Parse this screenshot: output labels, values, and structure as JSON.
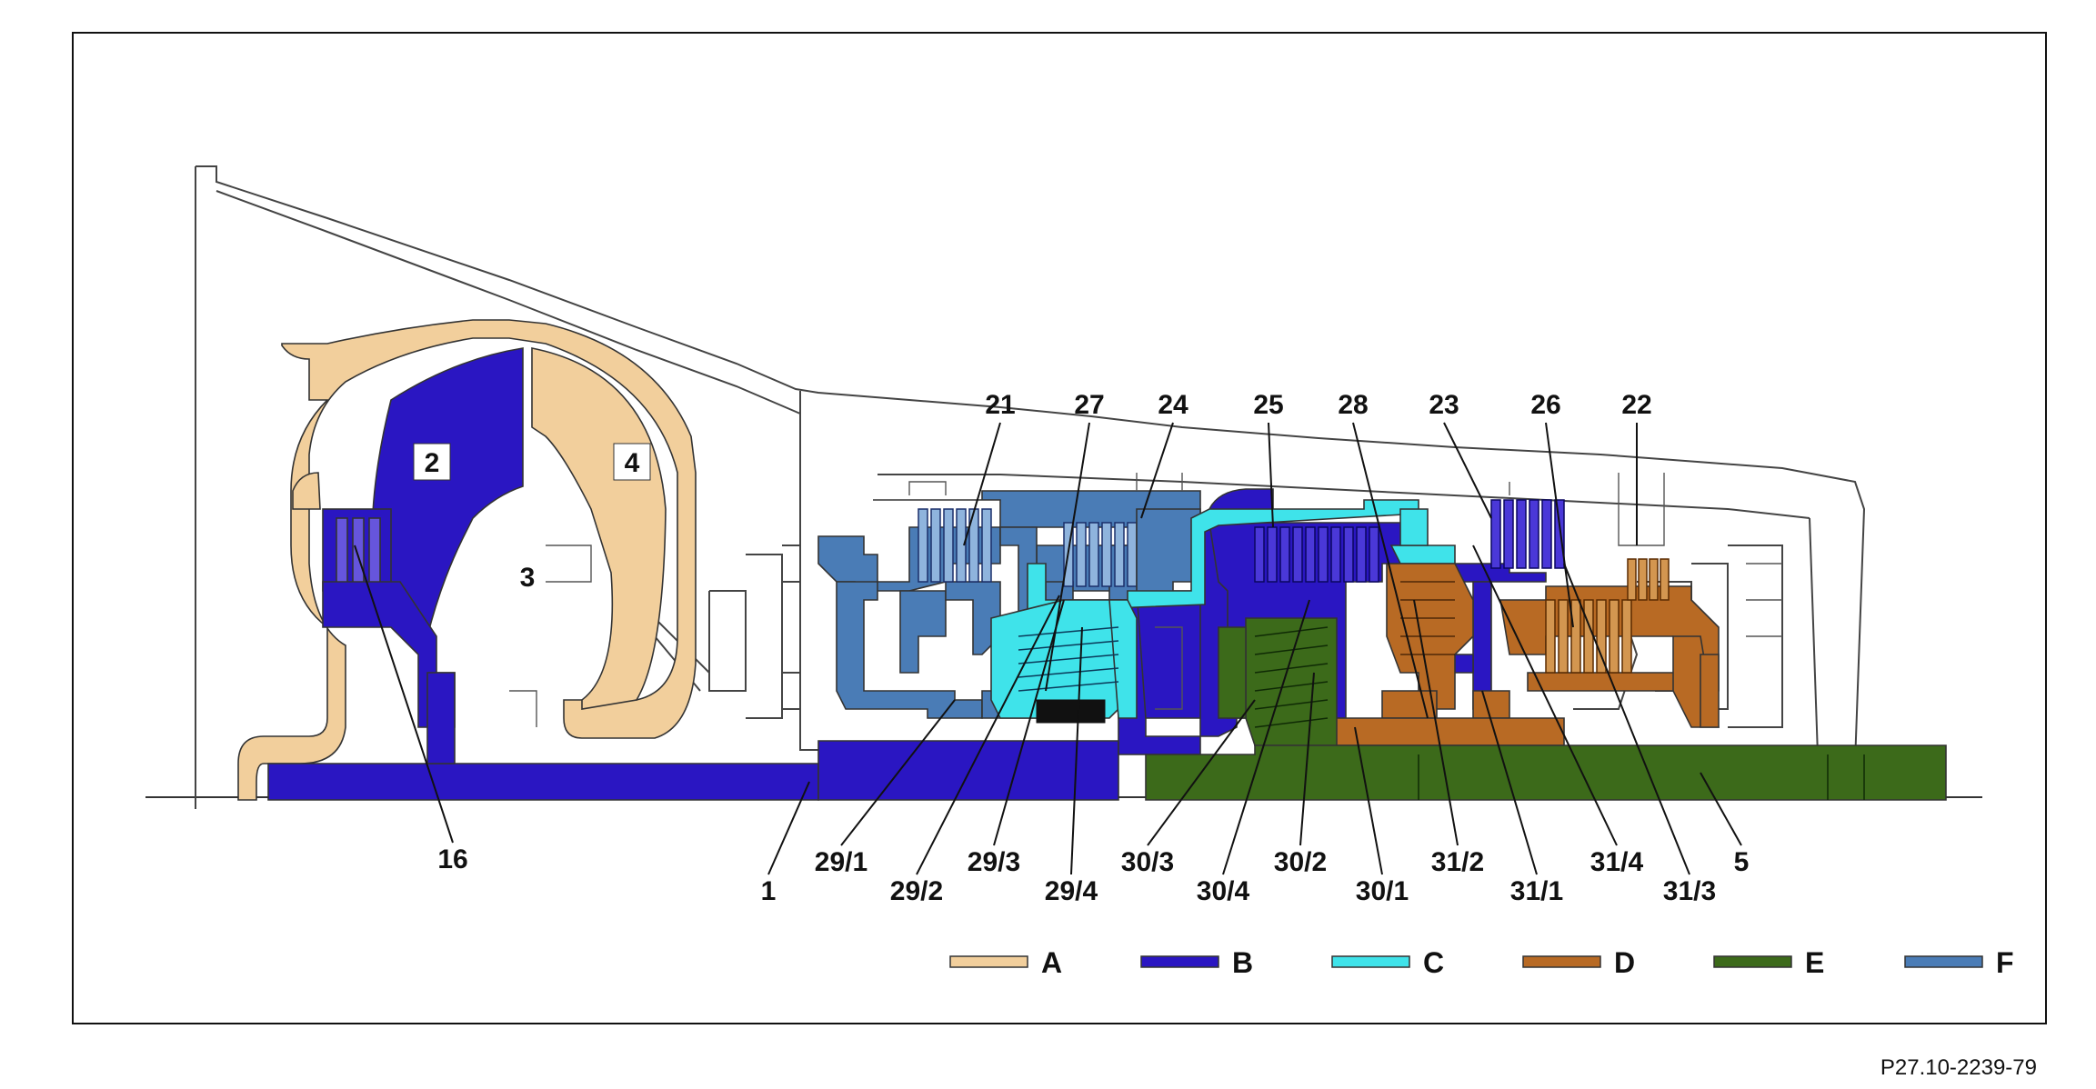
{
  "colors": {
    "A": "#f2cf9c",
    "B": "#2a16c2",
    "C": "#3fe3ea",
    "D": "#b86a24",
    "E": "#3c6a1a",
    "F": "#4a7cb6",
    "outline": "#333333"
  },
  "part_tags": [
    {
      "id": "2",
      "text": "2"
    },
    {
      "id": "3",
      "text": "3"
    },
    {
      "id": "4",
      "text": "4"
    }
  ],
  "top_labels": [
    "21",
    "27",
    "24",
    "25",
    "28",
    "23",
    "26",
    "22"
  ],
  "bottom_labels": [
    "16",
    "1",
    "29/1",
    "29/2",
    "29/3",
    "29/4",
    "30/3",
    "30/4",
    "30/2",
    "30/1",
    "31/2",
    "31/1",
    "31/4",
    "31/3",
    "5"
  ],
  "legend": [
    {
      "key": "A",
      "label": "A"
    },
    {
      "key": "B",
      "label": "B"
    },
    {
      "key": "C",
      "label": "C"
    },
    {
      "key": "D",
      "label": "D"
    },
    {
      "key": "E",
      "label": "E"
    },
    {
      "key": "F",
      "label": "F"
    }
  ],
  "reference": "P27.10-2239-79"
}
